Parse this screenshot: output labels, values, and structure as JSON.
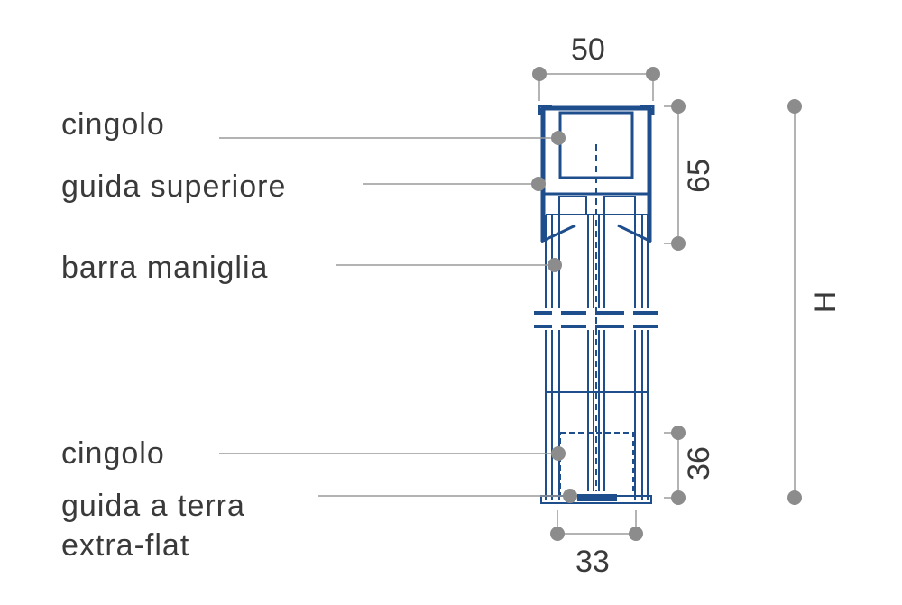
{
  "labels": {
    "track_top": "cingolo",
    "upper_guide": "guida superiore",
    "handle_bar": "barra maniglia",
    "track_bottom": "cingolo",
    "floor_guide_line1": "guida a terra",
    "floor_guide_line2": "extra-flat"
  },
  "dimensions": {
    "width_top": "50",
    "height_upper": "65",
    "height_total": "H",
    "height_lower": "36",
    "width_bottom": "33"
  },
  "colors": {
    "profile": "#1f4e8c",
    "dots": "#8c8c8c",
    "leader": "#9a9a9a",
    "text": "#3a3a3a"
  }
}
